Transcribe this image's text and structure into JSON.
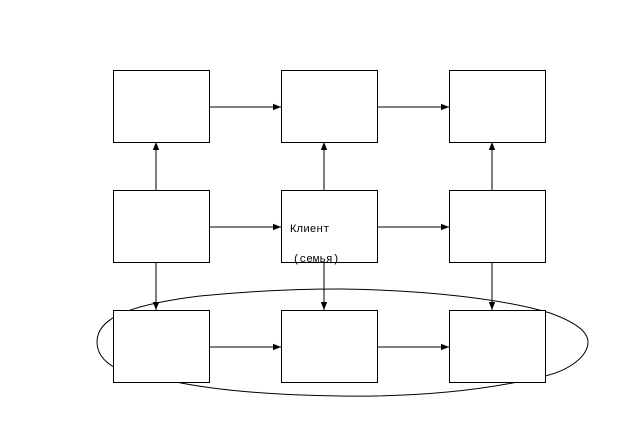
{
  "diagram": {
    "nodes": [
      {
        "id": "n11",
        "row": 0,
        "col": 0,
        "text": []
      },
      {
        "id": "n12",
        "row": 0,
        "col": 1,
        "text": []
      },
      {
        "id": "n13",
        "row": 0,
        "col": 2,
        "text": []
      },
      {
        "id": "n21",
        "row": 1,
        "col": 0,
        "text": []
      },
      {
        "id": "n22",
        "row": 1,
        "col": 1,
        "text": [
          "Клиент",
          "(семья)"
        ]
      },
      {
        "id": "n23",
        "row": 1,
        "col": 2,
        "text": []
      },
      {
        "id": "n31",
        "row": 2,
        "col": 0,
        "text": []
      },
      {
        "id": "n32",
        "row": 2,
        "col": 1,
        "text": []
      },
      {
        "id": "n33",
        "row": 2,
        "col": 2,
        "text": []
      }
    ],
    "edges": [
      {
        "from": "n11",
        "to": "n12"
      },
      {
        "from": "n12",
        "to": "n13"
      },
      {
        "from": "n21",
        "to": "n22"
      },
      {
        "from": "n22",
        "to": "n23"
      },
      {
        "from": "n31",
        "to": "n32"
      },
      {
        "from": "n32",
        "to": "n33"
      },
      {
        "from": "n21",
        "to": "n11"
      },
      {
        "from": "n22",
        "to": "n12"
      },
      {
        "from": "n23",
        "to": "n13"
      },
      {
        "from": "n21",
        "to": "n31"
      },
      {
        "from": "n22",
        "to": "n32"
      },
      {
        "from": "n23",
        "to": "n33"
      }
    ],
    "enclosure": {
      "encloses_row": 2
    }
  }
}
